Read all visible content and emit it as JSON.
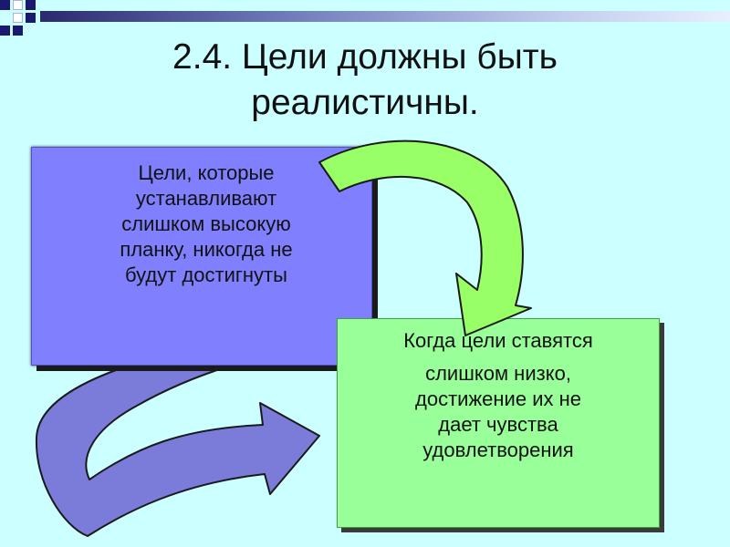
{
  "slide": {
    "title_line1": "2.4. Цели должны быть",
    "title_line2": "реалистичны."
  },
  "boxes": {
    "high": {
      "lines": [
        "Цели, которые",
        "устанавливают",
        "слишком высокую",
        "планку, никогда не",
        "будут достигнуты"
      ]
    },
    "low": {
      "lines": [
        "Когда цели ставятся",
        "слишком низко,",
        "достижение их не",
        "дает  чувства",
        "удовлетворения"
      ]
    }
  },
  "colors": {
    "background": "#ccffff",
    "high_box": "#8080ff",
    "low_box": "#99ff99",
    "green_arrow": "#99ff66",
    "purple_arrow": "#7b7bd9",
    "accent_dark": "#191970"
  },
  "icons": {
    "corner": "square-grid-icon",
    "arrow_top": "curved-arrow-green-icon",
    "arrow_bottom": "curved-arrow-purple-icon"
  }
}
